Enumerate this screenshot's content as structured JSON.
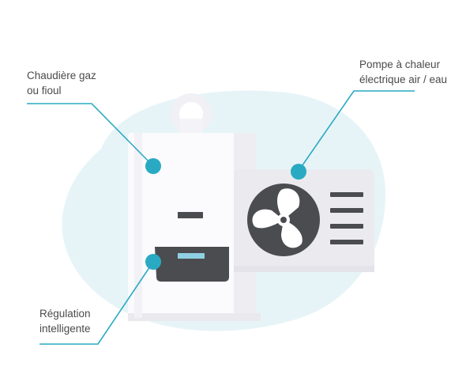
{
  "labels": {
    "boiler": {
      "line1": "Chaudière gaz",
      "line2": "ou fioul"
    },
    "heat_pump": {
      "line1": "Pompe à chaleur",
      "line2": "électrique air / eau"
    },
    "regulation": {
      "line1": "Régulation",
      "line2": "intelligente"
    }
  },
  "colors": {
    "background_blob": "#e7f4f7",
    "accent": "#29aac2",
    "boiler_body": "#fbfbfd",
    "boiler_shadow": "#eaeaf1",
    "dark": "#4b4c50",
    "display_screen": "#8fd0e3",
    "unit_body": "#ebebef",
    "text": "#4a4a4a"
  },
  "icons": [
    "fan-icon",
    "vent-grille-icon",
    "control-panel-icon"
  ]
}
